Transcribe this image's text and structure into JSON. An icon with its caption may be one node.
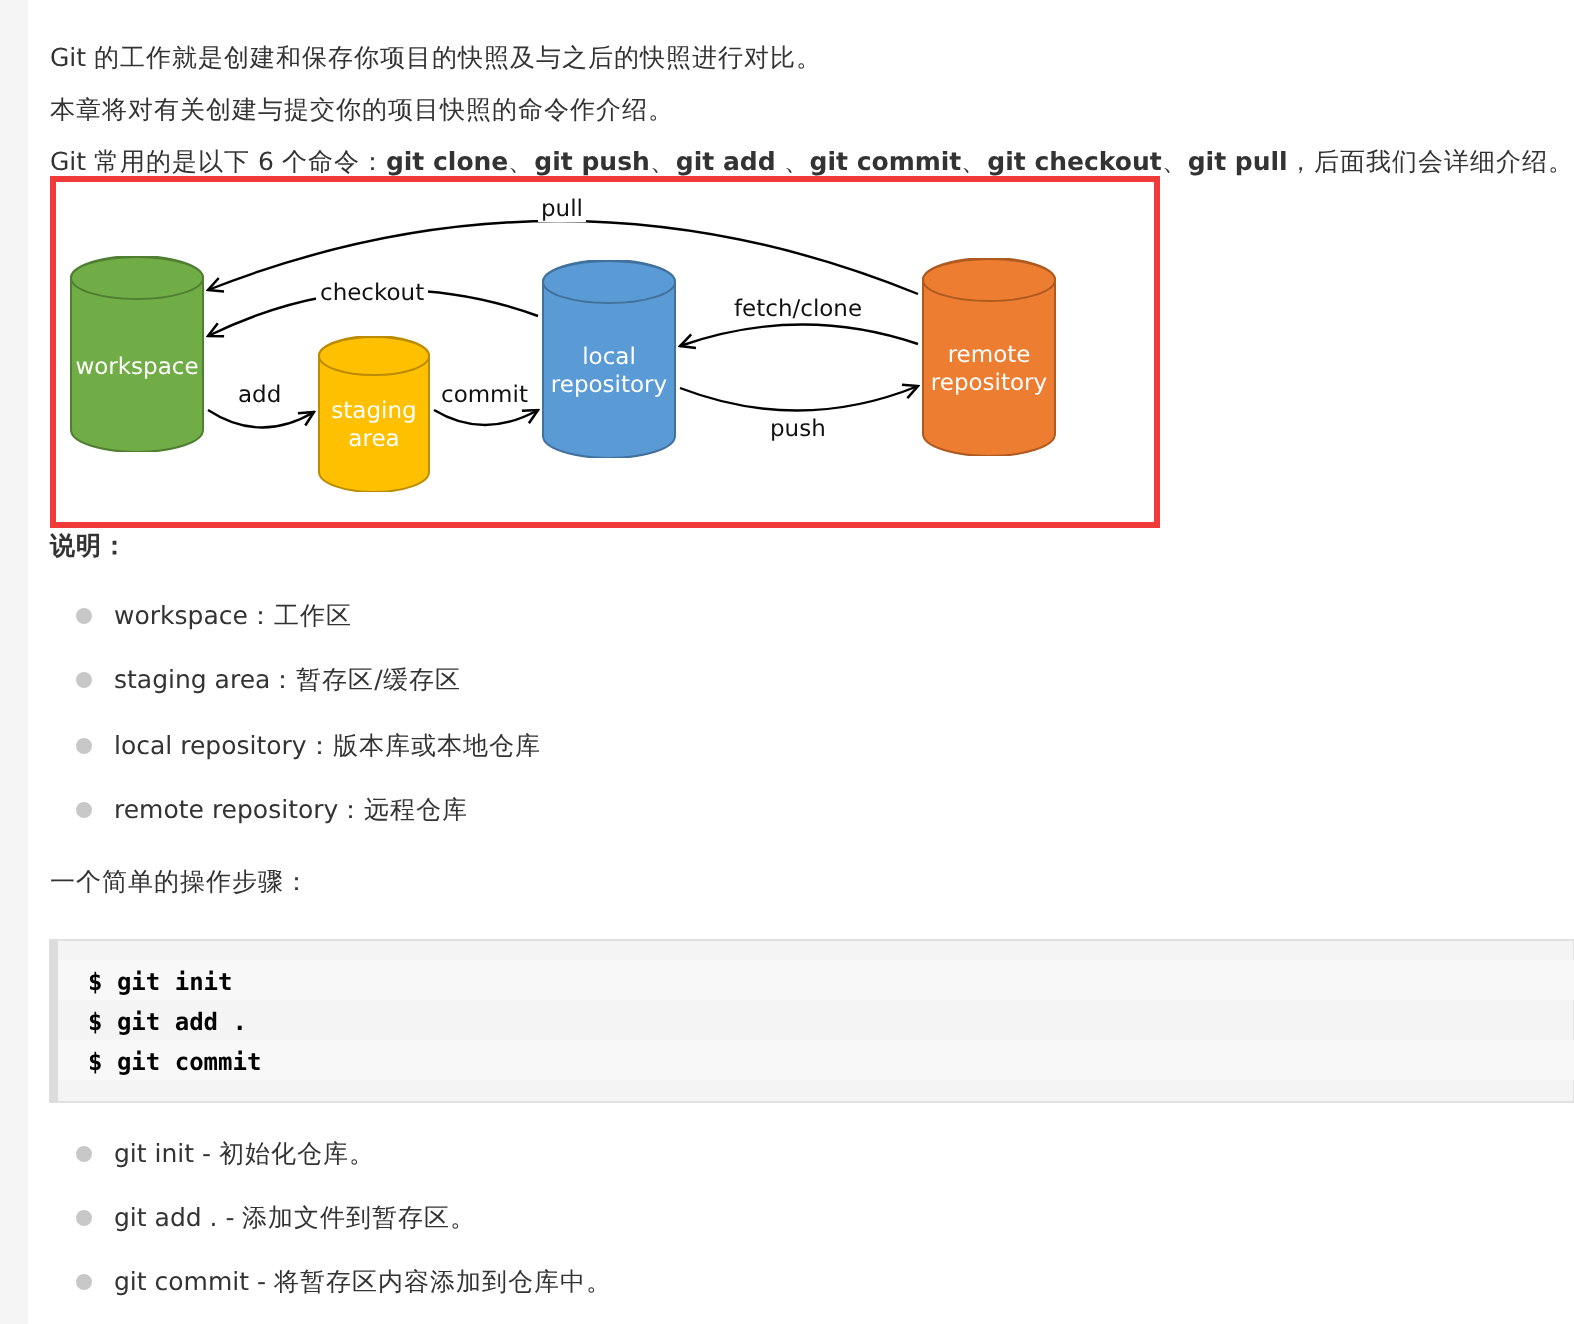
{
  "diagram": {
    "nodes": [
      {
        "text": [
          "workspace"
        ]
      },
      {
        "text": [
          "staging area"
        ]
      },
      {
        "text": [
          "local repository"
        ]
      },
      {
        "text": [
          "remote repository"
        ]
      }
    ],
    "edges": [
      {
        "from": 0,
        "to": 1,
        "arrow": "to",
        "label": "add"
      },
      {
        "from": 1,
        "to": 2,
        "arrow": "to",
        "label": "commit"
      },
      {
        "from": 2,
        "to": 0,
        "arrow": "to",
        "label": "checkout"
      },
      {
        "from": 3,
        "to": 0,
        "arrow": "to",
        "label": "pull"
      },
      {
        "from": 3,
        "to": 2,
        "arrow": "to",
        "label": "fetch/clone"
      },
      {
        "from": 2,
        "to": 3,
        "arrow": "to",
        "label": "push"
      }
    ],
    "labels": [
      "Git 的工作就是创建和保存你项目的快照及与之后的快照进行对比。",
      "本章将对有关创建与提交你的项目快照的命令作介绍。",
      "Git 常用的是以下 6 个命令：**git clone**、**git push**、**git add** 、**git commit**、**git checkout**、**git pull**，后面我们会详细介绍。",
      "说明：",
      "workspace：工作区",
      "staging area：暂存区/缓存区",
      "local repository：版本库或本地仓库",
      "remote repository：远程仓库",
      "一个简单的操作步骤：",
      "$ git init",
      "$ git add .",
      "$ git commit",
      "git init - 初始化仓库。",
      "git add . - 添加文件到暂存区。",
      "git commit - 将暂存区内容添加到仓库中。"
    ]
  }
}
